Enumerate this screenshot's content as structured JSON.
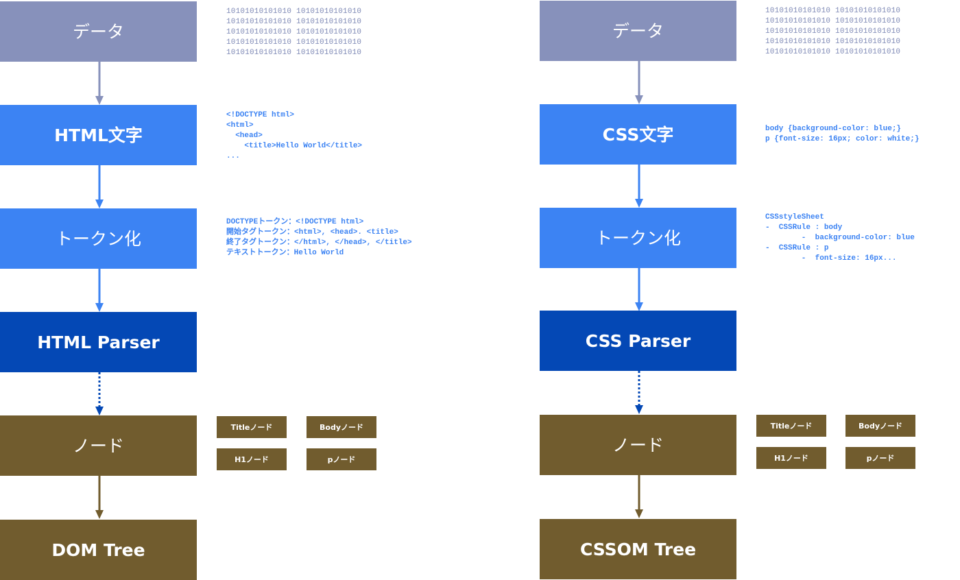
{
  "html_pipeline": {
    "data_label": "データ",
    "chars_label": "HTML文字",
    "token_label": "トークン化",
    "parser_label": "HTML Parser",
    "node_label": "ノード",
    "tree_label": "DOM Tree",
    "bits_text": "10101010101010 10101010101010\n10101010101010 10101010101010\n10101010101010 10101010101010\n10101010101010 10101010101010\n10101010101010 10101010101010",
    "chars_note": "<!DOCTYPE html>\n<html>\n  <head>\n    <title>Hello World</title>\n...",
    "token_note": "DOCTYPEトークン：<!DOCTYPE html>\n開始タグトークン：<html>, <head>. <title>\n終了タグトークン：</html>, </head>, </title>\nテキストトークン：Hello World",
    "chips": [
      "Titleノード",
      "Bodyノード",
      "H1ノード",
      "pノード"
    ]
  },
  "css_pipeline": {
    "data_label": "データ",
    "chars_label": "CSS文字",
    "token_label": "トークン化",
    "parser_label": "CSS Parser",
    "node_label": "ノード",
    "tree_label": "CSSOM Tree",
    "bits_text": "10101010101010 10101010101010\n10101010101010 10101010101010\n10101010101010 10101010101010\n10101010101010 10101010101010\n10101010101010 10101010101010",
    "chars_note": "body {background-color: blue;}\np {font-size: 16px; color: white;}",
    "token_note": "CSSstyleSheet\n-  CSSRule : body\n        -  background-color: blue\n-  CSSRule : p\n        -  font-size: 16px...",
    "chips": [
      "Titleノード",
      "Bodyノード",
      "H1ノード",
      "pノード"
    ]
  },
  "colors": {
    "data_box": "#8791bb",
    "chars_box": "#3c83f3",
    "token_box": "#3c83f3",
    "parser_box": "#0448b5",
    "node_box": "#715c2e",
    "tree_box": "#715c2e",
    "bits_text": "#7f8ab6",
    "code_text": "#3c83f3"
  }
}
